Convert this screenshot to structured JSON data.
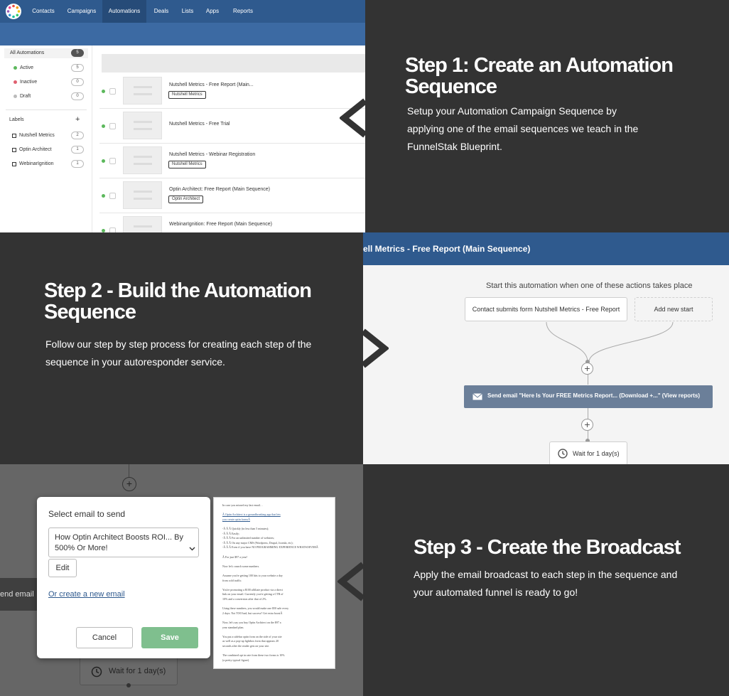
{
  "panel1": {
    "nav": [
      "Contacts",
      "Campaigns",
      "Automations",
      "Deals",
      "Lists",
      "Apps",
      "Reports"
    ],
    "active_nav": "Automations",
    "sidebar": {
      "all": {
        "label": "All Automations",
        "count": "5"
      },
      "status": [
        {
          "label": "Active",
          "count": "5",
          "color": "#5cb85c"
        },
        {
          "label": "Inactive",
          "count": "0",
          "color": "#e06070"
        },
        {
          "label": "Draft",
          "count": "0",
          "color": "#bbbbbb"
        }
      ],
      "labels_heading": "Labels",
      "labels_add": "+",
      "labels": [
        {
          "label": "Nutshell Metrics",
          "count": "2"
        },
        {
          "label": "Optin Architect",
          "count": "1"
        },
        {
          "label": "WebinarIgnition",
          "count": "1"
        }
      ]
    },
    "rows": [
      {
        "title": "Nutshell Metrics - Free Report (Main...",
        "tag": "Nutshell Metrics"
      },
      {
        "title": "Nutshell Metrics - Free Trial",
        "tag": ""
      },
      {
        "title": "Nutshell Metrics - Webinar Registration",
        "tag": "Nutshell Metrics"
      },
      {
        "title": "Optin Architect: Free Report (Main Sequence)",
        "tag": "Optin Architect"
      },
      {
        "title": "WebinarIgnition: Free Report (Main Sequence)",
        "tag": ""
      }
    ]
  },
  "step1": {
    "title_line1": "Step 1: Create an Automation",
    "title_line2": "Sequence",
    "body": [
      "Setup your Automation Campaign Sequence by",
      "applying one of the email sequences we teach in the",
      "FunnelStak Blueprint."
    ]
  },
  "step2": {
    "title_line1": "Step 2 - Build the Automation",
    "title_line2": "Sequence",
    "body": [
      "Follow our step by step process for creating each step of the",
      "sequence in your autoresponder service."
    ]
  },
  "step3": {
    "title": "Step 3 - Create the Broadcast",
    "body": [
      "Apply the email broadcast to each step in the sequence and",
      "your automated funnel is ready to go!"
    ]
  },
  "workflow": {
    "title": "ell Metrics - Free Report (Main Sequence)",
    "start_text": "Start this automation when one of these actions takes place",
    "trigger": "Contact submits form Nutshell Metrics - Free Report",
    "add_start": "Add new start",
    "send_email": "Send email \"Here Is Your FREE Metrics Report... (Download +...\" (View reports)",
    "wait": "Wait for 1 day(s)"
  },
  "modal": {
    "title": "Select email to send",
    "selected_line1": "How Optin Architect Boosts ROI... By",
    "selected_line2": "500% Or More!",
    "edit": "Edit",
    "create_link": "Or create a new email",
    "cancel": "Cancel",
    "save": "Save",
    "bg_send_email": "end email",
    "bg_wait": "Wait for 1 day(s)",
    "bg_plus": "+"
  },
  "email_preview": [
    "In case you missed my last email…",
    "",
    "Â Optin Architect is a groundbreaking app that lets",
    "you create optin formsÂ",
    "",
    "-Â Â Â Quickly (in less than 5 minutes);",
    "-Â Â Â Easily;",
    "-Â Â Â For an unlimited number of websites;",
    "-Â Â Â On any major CMS (Wordpress, Drupal, Joomla, etc);",
    "-Â Â Â Even if you have NO PROGRAMMING EXPERIENCE WHATSOEVERÂ",
    "",
    "Â For just $97 a year!",
    "",
    "Now let's crunch some numbers.",
    "",
    "Assume you're getting 100 hits to your website a day",
    "from cold traffic.",
    "",
    "You're promoting a $100 affiliate product via a direct",
    "link on your email. Currently you're getting a CTR of",
    "10% and a conversion after that of 2%.",
    "",
    "Using these numbers, you would make one $50 sale every",
    "2 days. Not TOO bad, but success? Get extra boostÂ",
    "",
    "Now, let's say you buy Optin Architect on the $97 a",
    "year standard plan.",
    "",
    "You put a sidebar optin form on the side of your site",
    "as well as a pop-up lightbox form that appears 20",
    "seconds after the reader gets on your site.",
    "",
    "The combined opt in rate from these two forms is 10%",
    "(a pretty typical figure)."
  ]
}
